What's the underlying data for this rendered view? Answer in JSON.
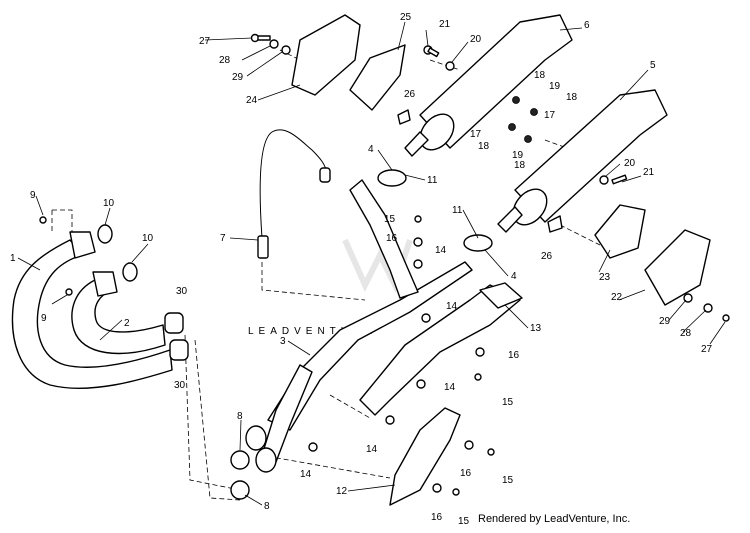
{
  "watermark": "LEADVENTURE",
  "footer": "Rendered by LeadVenture, Inc.",
  "callouts": [
    "1",
    "2",
    "3",
    "4",
    "4",
    "5",
    "6",
    "7",
    "8",
    "8",
    "9",
    "9",
    "10",
    "10",
    "11",
    "11",
    "12",
    "13",
    "14",
    "14",
    "14",
    "14",
    "14",
    "15",
    "15",
    "15",
    "15",
    "16",
    "16",
    "16",
    "16",
    "17",
    "17",
    "18",
    "18",
    "18",
    "18",
    "19",
    "19",
    "20",
    "20",
    "21",
    "21",
    "22",
    "23",
    "24",
    "25",
    "26",
    "26",
    "27",
    "27",
    "28",
    "28",
    "29",
    "29",
    "30",
    "30"
  ]
}
